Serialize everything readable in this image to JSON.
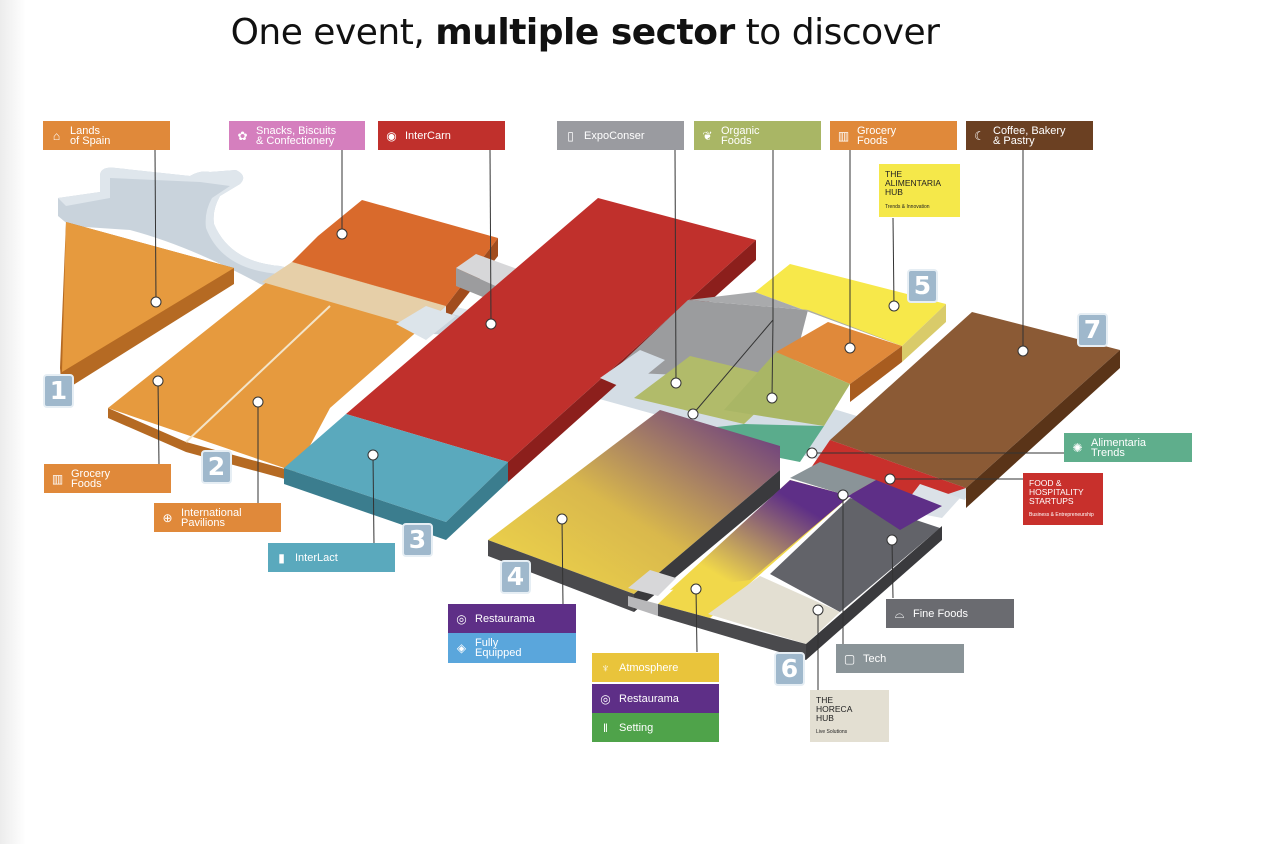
{
  "heading": {
    "pre": "One event, ",
    "bold": "multiple sector",
    "post": " to discover"
  },
  "halls": [
    "1",
    "2",
    "3",
    "4",
    "5",
    "6",
    "7"
  ],
  "sectors": {
    "lands_of_spain": {
      "label": "Lands\nof Spain",
      "color": "#e0893a",
      "icon": "spain-map-icon"
    },
    "snacks": {
      "label": "Snacks, Biscuits\n& Confectionery",
      "color": "#d57fbe",
      "icon": "cookie-icon"
    },
    "intercarn": {
      "label": "InterCarn",
      "color": "#c0302c",
      "icon": "steak-icon"
    },
    "expoconser": {
      "label": "ExpoConser",
      "color": "#9a9ba0",
      "icon": "can-icon"
    },
    "organic_top": {
      "label": "Organic\nFoods",
      "color": "#a9b665",
      "icon": "leaf-icon"
    },
    "grocery_top": {
      "label": "Grocery\nFoods",
      "color": "#e0893a",
      "icon": "jar-icon"
    },
    "coffee": {
      "label": "Coffee, Bakery\n& Pastry",
      "color": "#6b4022",
      "icon": "croissant-icon"
    },
    "grocery_left": {
      "label": "Grocery\nFoods",
      "color": "#e0893a",
      "icon": "jar-icon"
    },
    "international": {
      "label": "International\nPavilions",
      "color": "#e0893a",
      "icon": "globe-icon"
    },
    "interlact": {
      "label": "InterLact",
      "color": "#5aa9bd",
      "icon": "milk-icon"
    },
    "restaurama_1": {
      "label": "Restaurama",
      "color": "#5e2f87",
      "icon": "plate-icon"
    },
    "fully_equipped": {
      "label": "Fully\nEquipped",
      "color": "#5aa6dc",
      "icon": "eye-icon"
    },
    "atmosphere": {
      "label": "Atmosphere",
      "color": "#e9c43b",
      "icon": "lamp-icon"
    },
    "restaurama_2": {
      "label": "Restaurama",
      "color": "#5e2f87",
      "icon": "plate-icon"
    },
    "setting": {
      "label": "Setting",
      "color": "#4fa34a",
      "icon": "cutlery-icon"
    },
    "alimentaria_trends": {
      "label": "Alimentaria\nTrends",
      "color": "#5fae8c",
      "icon": "sunburst-icon"
    },
    "fine_foods": {
      "label": "Fine Foods",
      "color": "#6a6b70",
      "icon": "cloche-icon"
    },
    "tech": {
      "label": "Tech",
      "color": "#8a9498",
      "icon": "phone-icon"
    }
  },
  "cards": {
    "alimentaria_hub": {
      "title": "The\nAlimentaria\nHub",
      "subtitle": "Trends & Innovation",
      "color": "#f5e84a",
      "text_color": "#222222"
    },
    "startups": {
      "title": "Food &\nHospitality\nStartups",
      "subtitle": "Business & Entrepreneurship",
      "color": "#c8302c",
      "text_color": "#ffffff"
    },
    "horeca_hub": {
      "title": "The\nHoreca\nHub",
      "subtitle": "Live Solutions",
      "color": "#e3dfd2",
      "text_color": "#222222"
    }
  }
}
